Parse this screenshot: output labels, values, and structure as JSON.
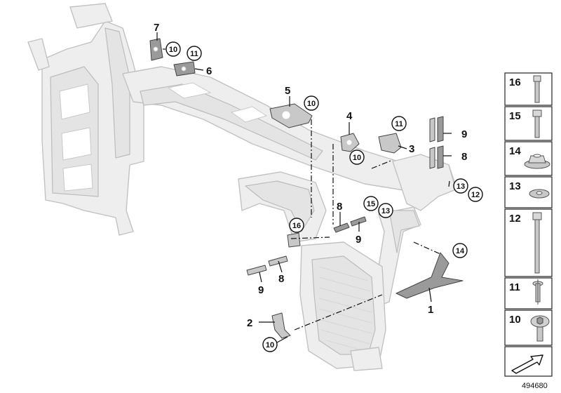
{
  "callouts": [
    {
      "id": "c1",
      "text": "1"
    },
    {
      "id": "c2",
      "text": "2"
    },
    {
      "id": "c3",
      "text": "3"
    },
    {
      "id": "c4",
      "text": "4"
    },
    {
      "id": "c5",
      "text": "5"
    },
    {
      "id": "c6",
      "text": "6"
    },
    {
      "id": "c7",
      "text": "7"
    },
    {
      "id": "c8a",
      "text": "8"
    },
    {
      "id": "c8b",
      "text": "8"
    },
    {
      "id": "c8c",
      "text": "8"
    },
    {
      "id": "c9a",
      "text": "9"
    },
    {
      "id": "c9b",
      "text": "9"
    },
    {
      "id": "c9c",
      "text": "9"
    }
  ],
  "circled_callouts": [
    {
      "id": "k10a",
      "text": "10"
    },
    {
      "id": "k11a",
      "text": "11"
    },
    {
      "id": "k10b",
      "text": "10"
    },
    {
      "id": "k10c",
      "text": "10"
    },
    {
      "id": "k11b",
      "text": "11"
    },
    {
      "id": "k13a",
      "text": "13"
    },
    {
      "id": "k12",
      "text": "12"
    },
    {
      "id": "k15",
      "text": "15"
    },
    {
      "id": "k13b",
      "text": "13"
    },
    {
      "id": "k16",
      "text": "16"
    },
    {
      "id": "k14",
      "text": "14"
    },
    {
      "id": "k10d",
      "text": "10"
    }
  ],
  "legend": [
    {
      "number": "16",
      "part": "bolt-long-hex"
    },
    {
      "number": "15",
      "part": "bolt-socket-head"
    },
    {
      "number": "14",
      "part": "flange-nut"
    },
    {
      "number": "13",
      "part": "washer"
    },
    {
      "number": "12",
      "part": "bolt-long"
    },
    {
      "number": "11",
      "part": "rivet"
    },
    {
      "number": "10",
      "part": "screw-torx"
    }
  ],
  "reference_number": "494680",
  "icons": {
    "navigation": "arrow-direction-icon"
  },
  "colors": {
    "frame_fill": "#eeeeee",
    "frame_stroke": "#c2c2c2",
    "part_fill": "#9a9a9a",
    "line": "#111111"
  }
}
